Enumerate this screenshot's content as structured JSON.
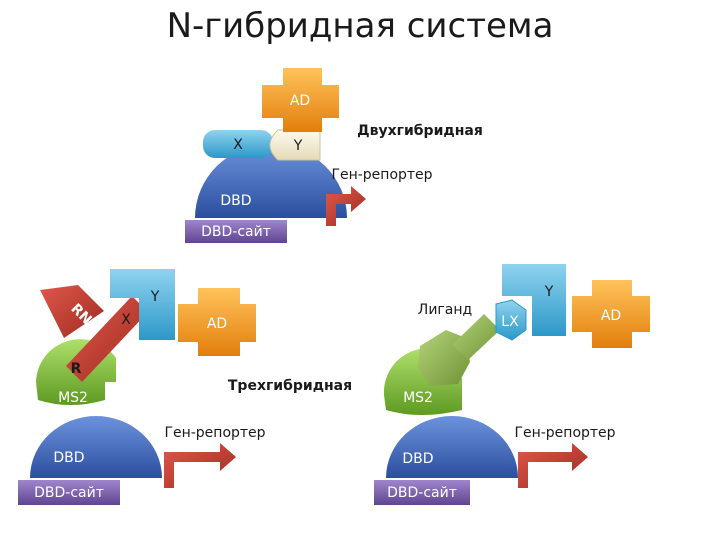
{
  "title": "N-гибридная система",
  "two_hybrid": {
    "system_label": "Двухгибридная",
    "ad": "AD",
    "x": "X",
    "y": "Y",
    "dbd": "DBD",
    "site": "DBD-сайт",
    "reporter": "Ген-репортер"
  },
  "three_hybrid_rna": {
    "rna": "RNA",
    "r": "R",
    "x": "X",
    "y": "Y",
    "ad": "AD",
    "ms2": "MS2",
    "dbd": "DBD",
    "site": "DBD-сайт",
    "reporter": "Ген-репортер",
    "system_label": "Трехгибридная"
  },
  "three_hybrid_ligand": {
    "ligand": "Лиганд",
    "lx": "LX",
    "y": "Y",
    "ad": "AD",
    "ms2": "MS2",
    "dbd": "DBD",
    "site": "DBD-сайт",
    "reporter": "Ген-репортер"
  },
  "colors": {
    "ad_orange": "#f39a1c",
    "dbd_blue": "#3a63b4",
    "x_cyan": "#4eb4de",
    "y_cream": "#f3ecd2",
    "dna_green": "#9acd32",
    "site_purple": "#7558a6",
    "ms2_green": "#7ab83c",
    "arrow_red": "#c0392b",
    "ligand_green": "#8fb24a"
  }
}
